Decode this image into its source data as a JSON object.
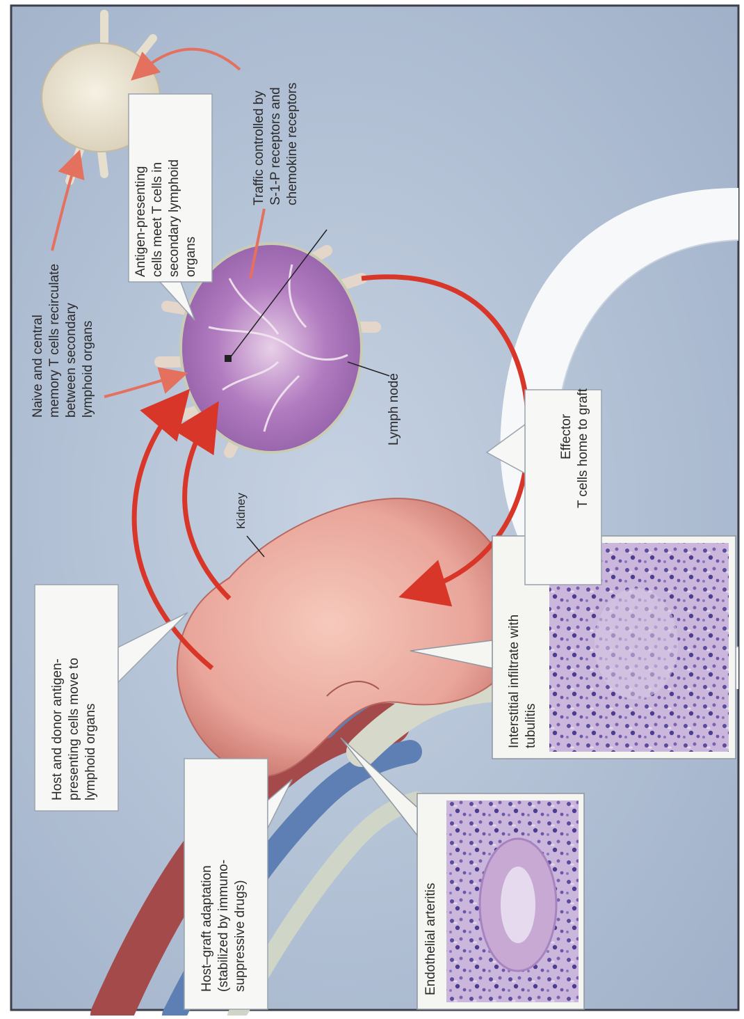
{
  "labels": {
    "naive_recirculate": [
      "Naive and central",
      "memory T cells recirculate",
      "between secondary",
      "lymphoid organs"
    ],
    "apc_meet": [
      "Antigen-presenting",
      "cells meet T cells in",
      "secondary lymphoid",
      "organs"
    ],
    "traffic": [
      "Traffic controlled by",
      "S-1-P receptors and",
      "chemokine receptors"
    ],
    "effector": [
      "Effector",
      "T cells home to graft"
    ],
    "lymph_node": "Lymph node",
    "kidney": "Kidney",
    "host_donor": [
      "Host and donor antigen-",
      "presenting cells move to",
      "lymphoid organs"
    ],
    "host_graft": [
      "Host–graft adaptation",
      "(stabilized by immuno-",
      "suppressive drugs)"
    ],
    "interstitial": [
      "Interstitial infiltrate with",
      "tubulitis"
    ],
    "endothelial": "Endothelial arteritis"
  },
  "colors": {
    "background": "#aebdd3",
    "kidney": "#e9a59a",
    "lymph_node": "#a870b8",
    "arrow": "#d9362a",
    "histology": "#c7b2d9"
  }
}
